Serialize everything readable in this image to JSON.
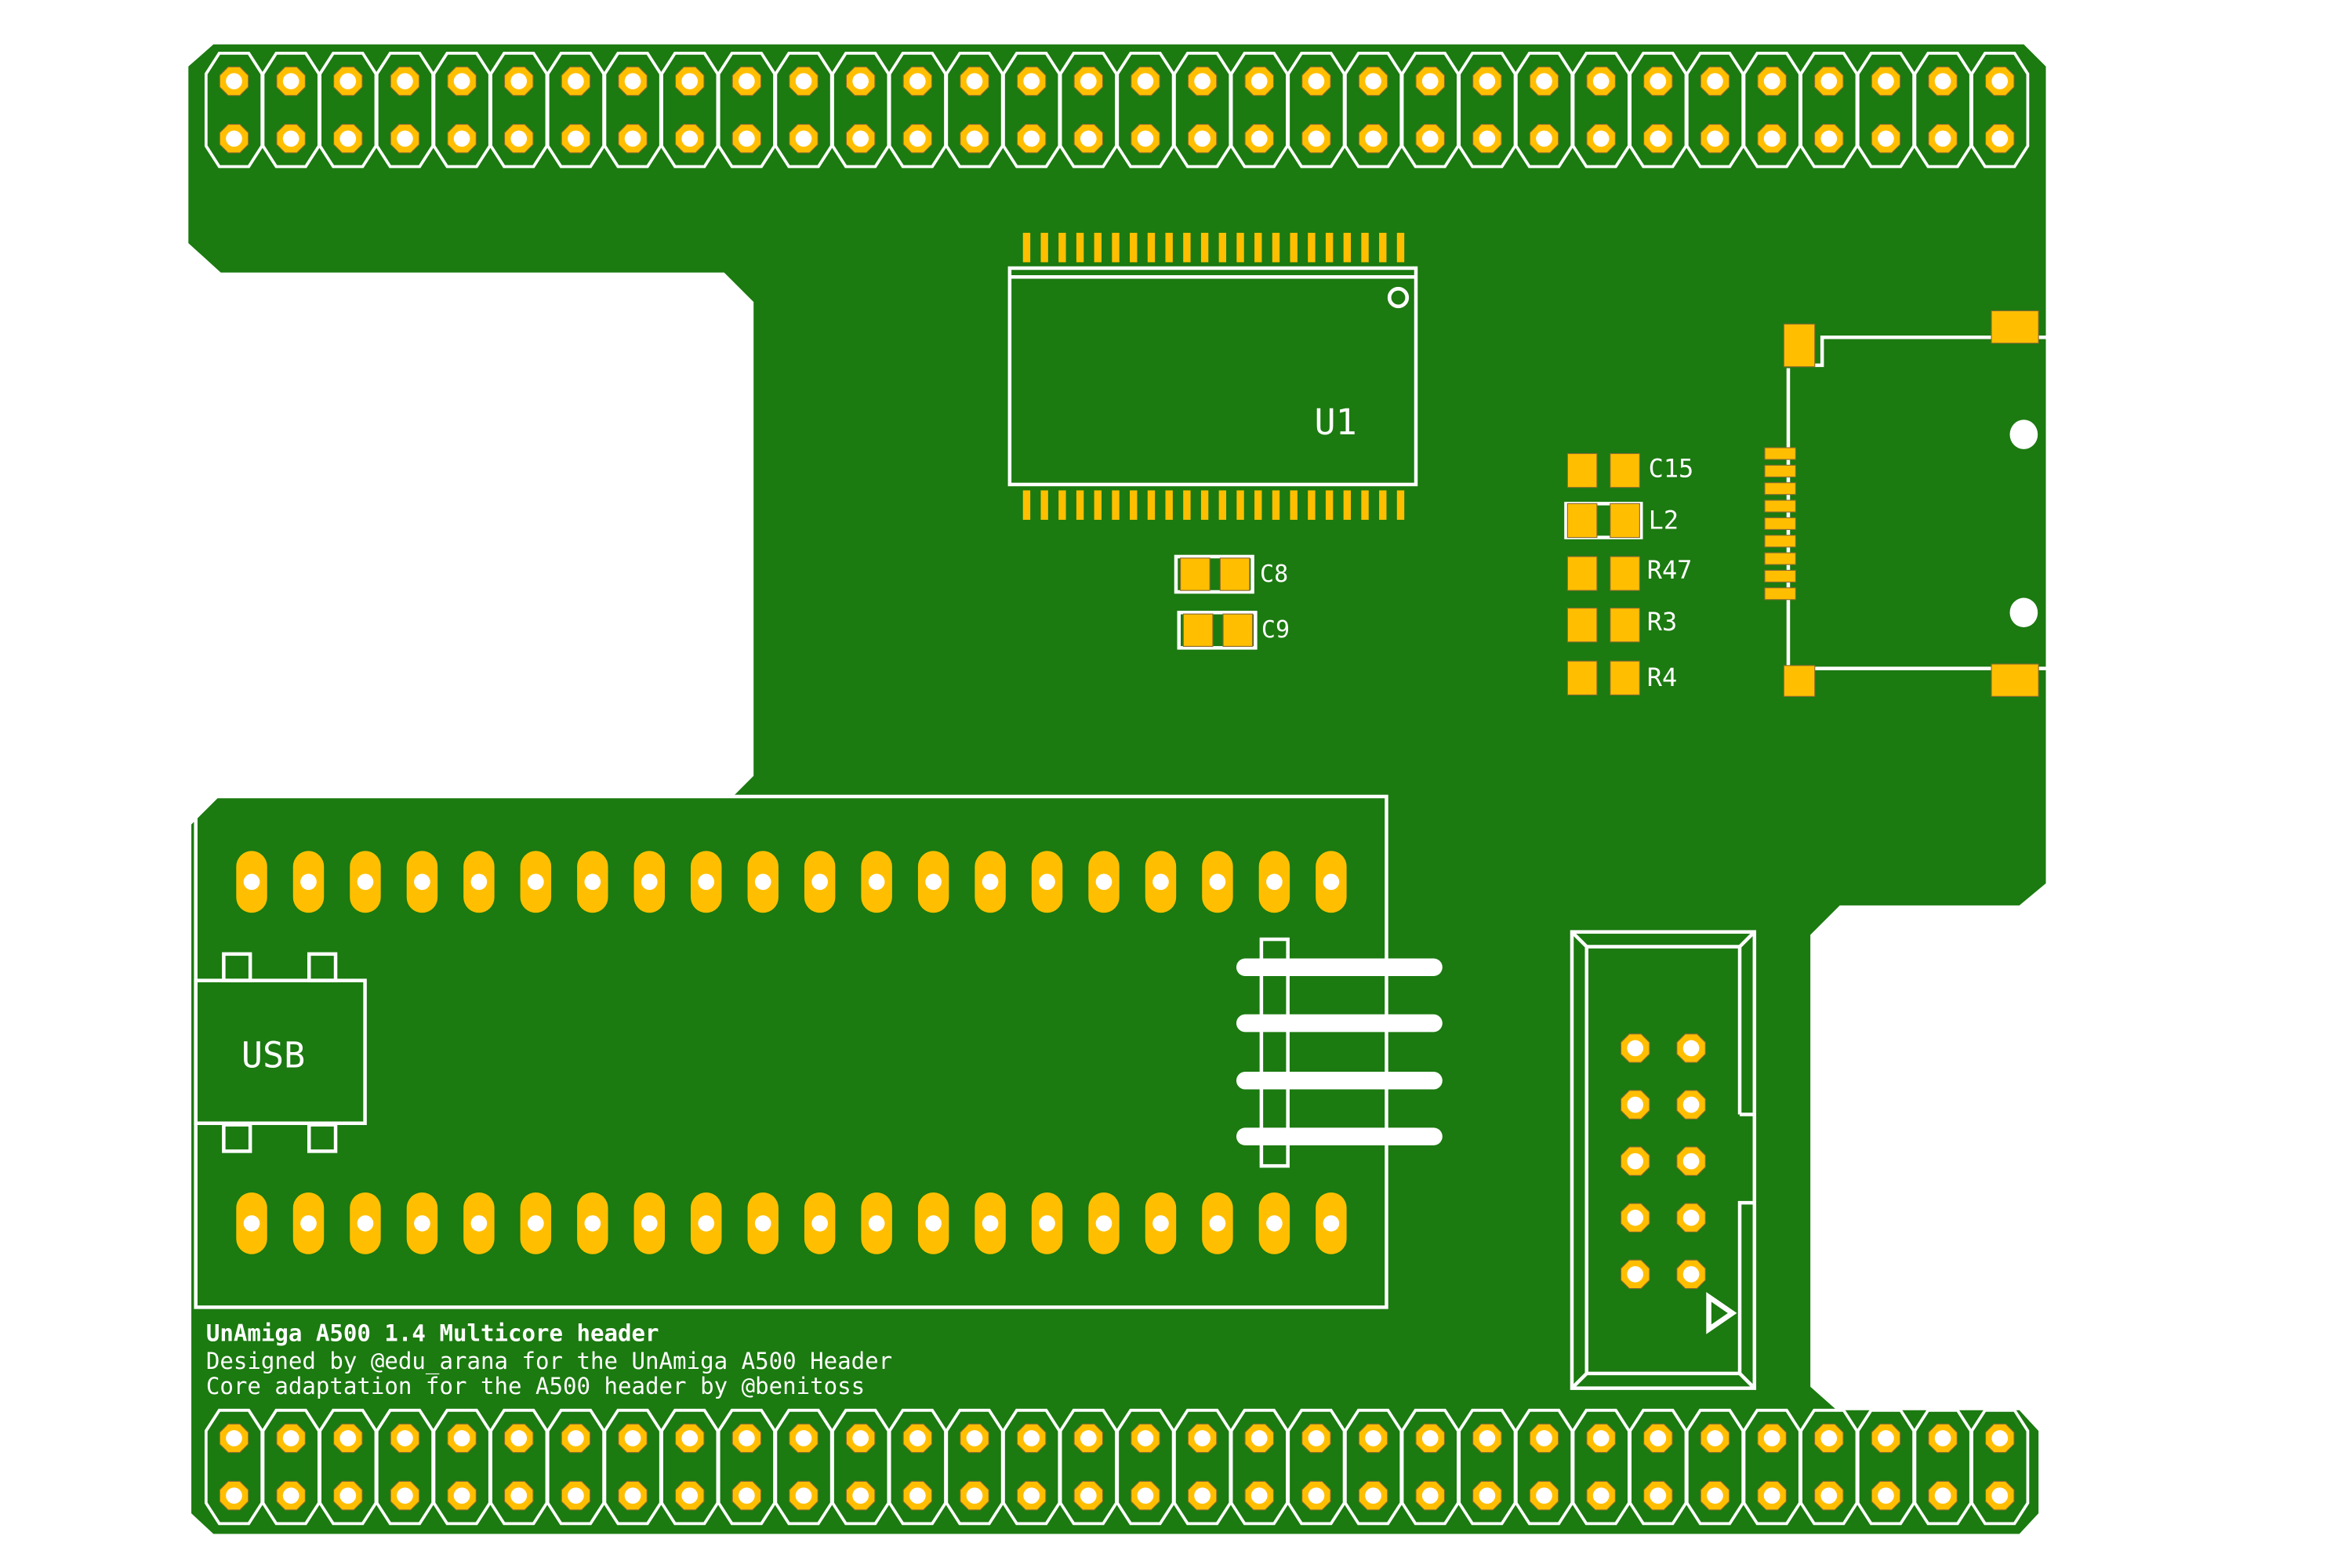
{
  "board": {
    "colors": {
      "board": "#1b7a10",
      "pad": "#ffbf00",
      "silkscreen": "#ffffff",
      "background": "#ffffff"
    },
    "title": "UnAmiga A500 1.4 Multicore header",
    "credit_line_1": "Designed by @edu_arana for the UnAmiga A500 Header",
    "credit_line_2": "Core adaptation for the A500 header by @benitoss"
  },
  "components": {
    "u1": "U1",
    "usb": "USB",
    "c8": "C8",
    "c9": "C9",
    "c15": "C15",
    "l2": "L2",
    "r47": "R47",
    "r3": "R3",
    "r4": "R4"
  },
  "counts": {
    "header_pins_per_row": 32,
    "module_pins_per_row": 20,
    "ic_pins_per_side": 22,
    "idc_rows": 5,
    "sd_contacts": 9
  }
}
